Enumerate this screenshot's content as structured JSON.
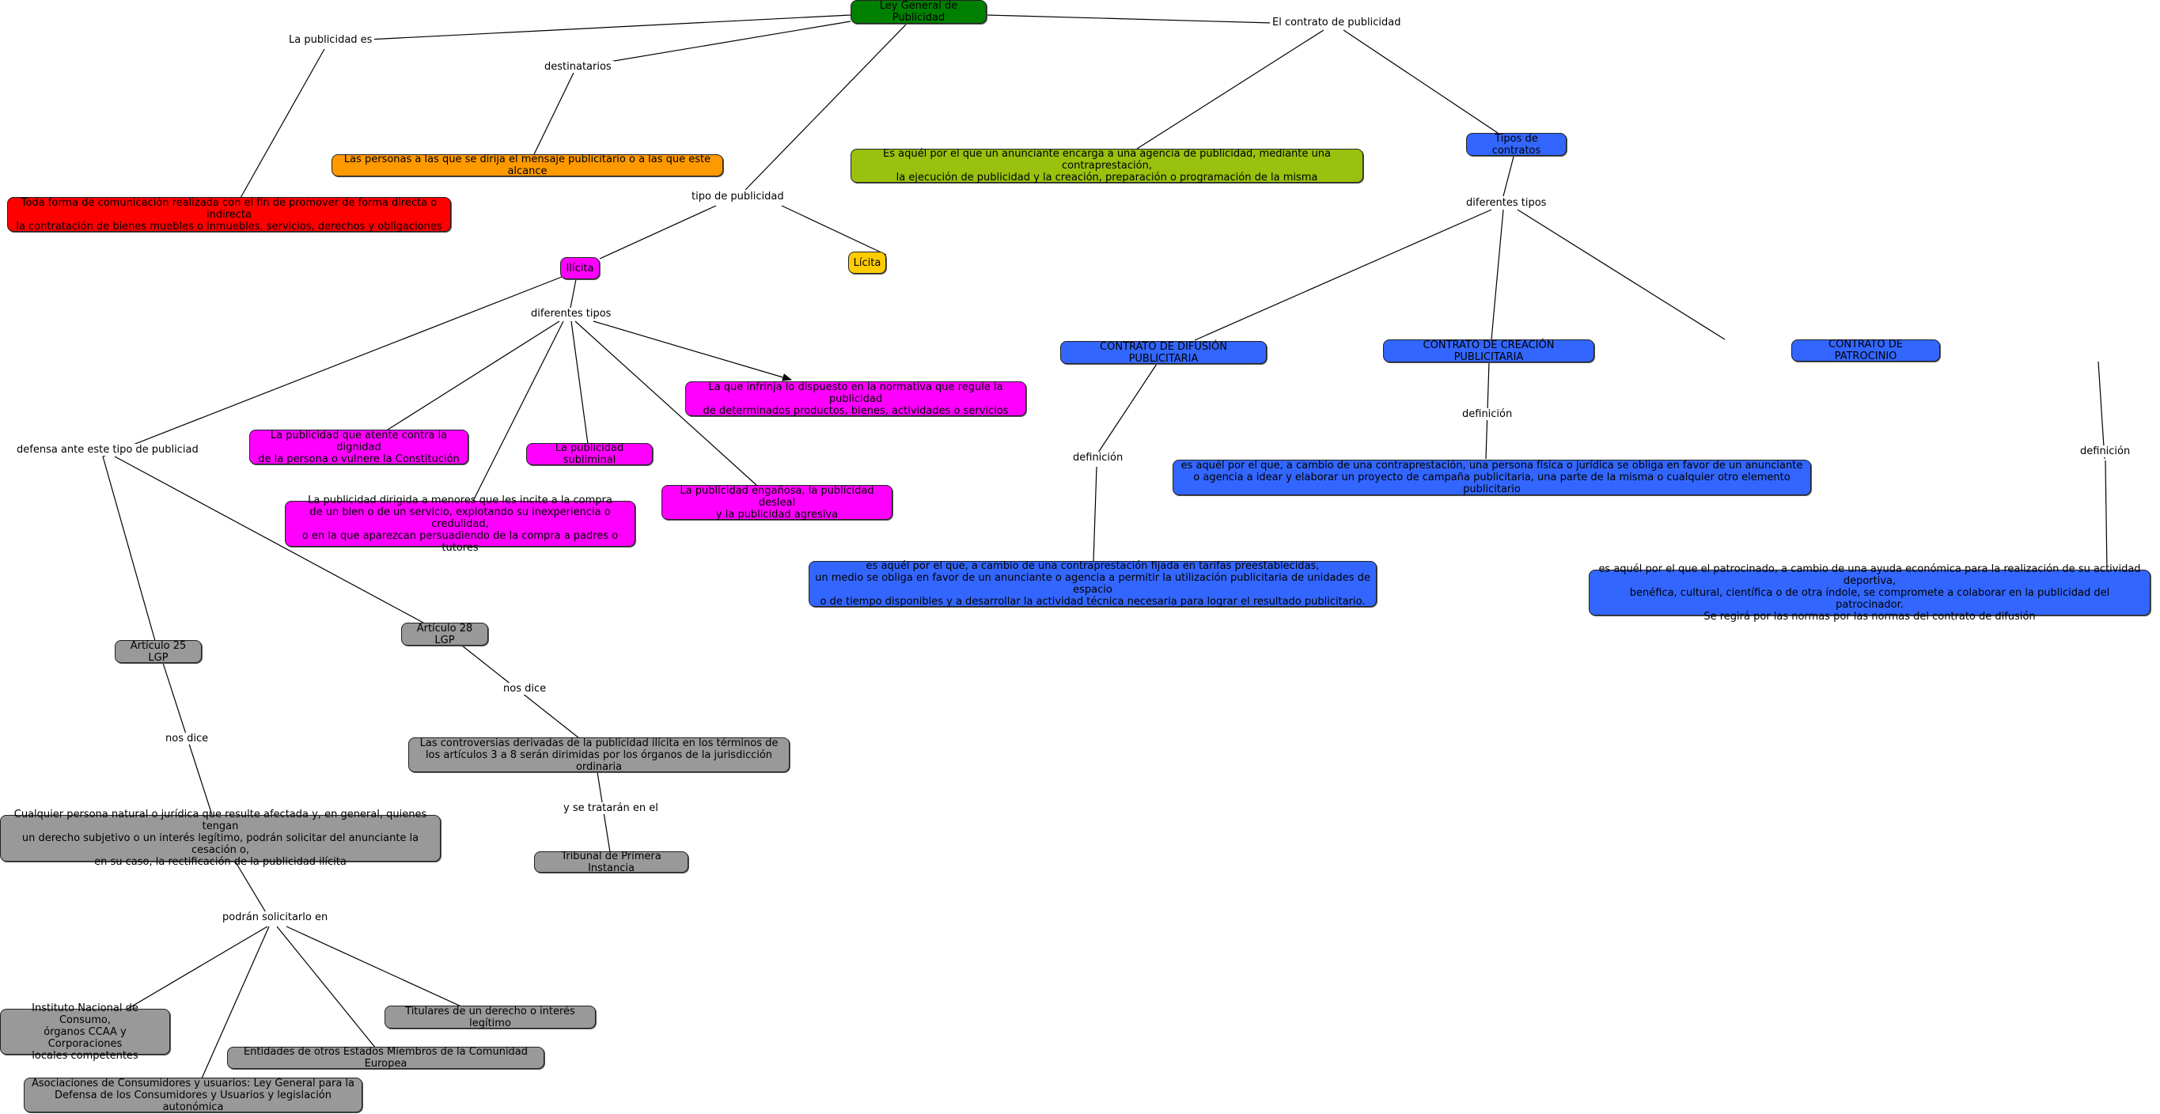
{
  "nodes": {
    "root": "Ley General de Publicidad",
    "publicidad_def": "Toda forma de comunicación realizada con el fin de promover de forma directa o indirecta\nla contratación de bienes muebles o inmuebles, servicios, derechos y obligaciones",
    "destinatarios_def": "Las personas a las que se dirija el mensaje publicitario o a las que este alcance",
    "contrato_def": "Es aquél por el que un anunciante encarga a una agencia de publicidad, mediante una contraprestación,\nla ejecución de publicidad y la creación, preparación o programación de la misma",
    "tipos_contratos": "Tipos de contratos",
    "ilicita": "Ilícita",
    "licita": "Lícita",
    "ilicita_infrinja": "La que infrinja lo dispuesto en la normativa que regule la publicidad\nde determinados productos, bienes, actividades o servicios",
    "ilicita_dignidad": "La publicidad que atente contra la dignidad\nde la persona o vulnere la Constitución",
    "ilicita_subliminal": "La publicidad subliminal",
    "ilicita_engañosa": "La publicidad engañosa, la publicidad desleal\ny la publicidad agresiva",
    "ilicita_menores": "La publicidad dirigida a menores que les incite a la compra\nde un bien o de un servicio, explotando su inexperiencia o credulidad,\no en la que aparezcan persuadiendo de la compra a padres o tutores",
    "contrato_difusion": "CONTRATO DE DIFUSIÓN PUBLICITARIA",
    "contrato_creacion": "CONTRATO DE CREACIÓN PUBLICITARIA",
    "contrato_patrocinio": "CONTRATO DE PATROCINIO",
    "creacion_def": "es aquél por el que, a cambio de una contraprestación, una persona física o jurídica se obliga en favor de un anunciante\no agencia a idear y elaborar un proyecto de campaña publicitaria, una parte de la misma o cualquier otro elemento publicitario",
    "difusion_def": "es aquél por el que, a cambio de una contraprestación fijada en tarifas preestablecidas,\nun medio se obliga en favor de un anunciante o agencia a permitir la utilización publicitaria de unidades de espacio\no de tiempo disponibles y a desarrollar la actividad técnica necesaria para lograr el resultado publicitario.",
    "patrocinio_def": "es aquél por el que el patrocinado, a cambio de una ayuda económica para la realización de su actividad deportiva,\nbenéfica, cultural, científica o de otra índole, se compromete a colaborar en la publicidad del patrocinador.\nSe regirá por las normas por las normas del contrato de difusión",
    "art25": "Artículo 25 LGP",
    "art28": "Artículo 28 LGP",
    "art28_def": "Las controversias derivadas de la publicidad ilícita en los términos de\nlos artículos 3 a 8 serán dirimidas por los órganos de la jurisdicción ordinaria",
    "tribunal": "Tribunal de Primera Instancia",
    "art25_def": "Cualquier persona natural o jurídica que resulte afectada y, en general, quienes tengan\nun derecho subjetivo o un interés legítimo, podrán solicitar del anunciante la cesación o,\nen su caso, la rectificación de la publicidad ilícita",
    "instituto": "Instituto Nacional de Consumo,\nórganos CCAA y Corporaciones\nlocales competentes",
    "asociaciones": "Asociaciones de Consumidores y usuarios: Ley General para la\nDefensa de los Consumidores y Usuarios y legislación autonómica",
    "entidades": "Entidades de otros Estados Miembros de la Comunidad Europea",
    "titulares": "Titulares de un derecho o interés legítimo"
  },
  "labels": {
    "la_publicidad_es": "La publicidad es",
    "destinatarios": "destinatarios",
    "el_contrato": "El contrato de publicidad",
    "tipo_de_publicidad": "tipo de publicidad",
    "diferentes_tipos_ilicita": "diferentes tipos",
    "diferentes_tipos_contratos": "diferentes tipos",
    "defensa": "defensa ante este tipo de publiciad",
    "definicion_difusion": "definición",
    "definicion_creacion": "definición",
    "definicion_patrocinio": "definición",
    "nos_dice_25": "nos dice",
    "nos_dice_28": "nos dice",
    "se_trataran": "y se tratarán en el",
    "podran_solicitarlo": "podrán solicitarlo en"
  },
  "colors": {
    "root": "#008000",
    "definition_lime": "#99c10d",
    "destinatarios": "#ff9900",
    "publicidad": "#ff0000",
    "ilicita": "#ff00ff",
    "licita": "#ffcc00",
    "contratos": "#3366ff",
    "defensa": "#999999"
  }
}
